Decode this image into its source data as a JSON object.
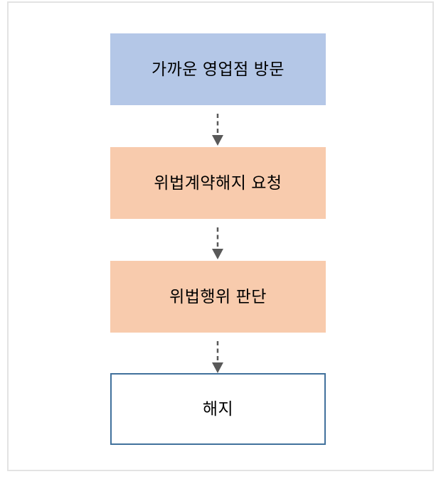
{
  "frame": {
    "border_color": "#E3E3E3",
    "background": "#FFFFFF"
  },
  "diagram": {
    "type": "flowchart",
    "direction": "top-down",
    "steps": [
      {
        "id": "step-1",
        "label": "가까운 영업점 방문",
        "shape": "rectangle",
        "fill": "#B4C7E7",
        "text_color": "#000000"
      },
      {
        "id": "step-2",
        "label": "위법계약해지 요청",
        "shape": "rectangle",
        "fill": "#F8CBAD",
        "text_color": "#000000"
      },
      {
        "id": "step-3",
        "label": "위법행위 판단",
        "shape": "rectangle",
        "fill": "#F8CBAD",
        "text_color": "#000000"
      },
      {
        "id": "step-4",
        "label": "해지",
        "shape": "rectangle",
        "fill": "#FFFFFF",
        "border": "#41719C",
        "text_color": "#000000"
      }
    ],
    "connectors": [
      {
        "from": "step-1",
        "to": "step-2",
        "style": "dashed",
        "arrow": "down",
        "color": "#595959"
      },
      {
        "from": "step-2",
        "to": "step-3",
        "style": "dashed",
        "arrow": "down",
        "color": "#595959"
      },
      {
        "from": "step-3",
        "to": "step-4",
        "style": "dashed",
        "arrow": "down",
        "color": "#595959"
      }
    ]
  }
}
